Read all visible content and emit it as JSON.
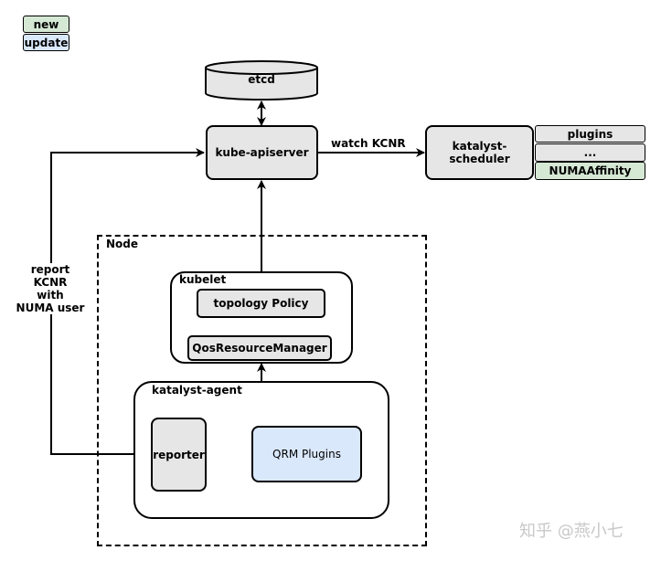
{
  "legend": {
    "new": "new",
    "update": "update"
  },
  "colors": {
    "new": "#d5e8d4",
    "update": "#dae8fc",
    "component": "#e6e6e6"
  },
  "nodes": {
    "etcd": "etcd",
    "kube_apiserver": "kube-apiserver",
    "katalyst_scheduler": "katalyst-\nscheduler",
    "plugins": "plugins",
    "ellipsis": "...",
    "numa_affinity": "NUMAAffinity",
    "node_group": "Node",
    "kubelet_group": "kubelet",
    "topology_policy": "topology Policy",
    "qos_resource_manager": "QosResourceManager",
    "katalyst_agent_group": "katalyst-agent",
    "reporter": "reporter",
    "qrm_plugins": "QRM Plugins"
  },
  "edges": {
    "watch": "watch KCNR",
    "report": "report\nKCNR\nwith\nNUMA user"
  },
  "watermark": "知乎 @燕小七"
}
